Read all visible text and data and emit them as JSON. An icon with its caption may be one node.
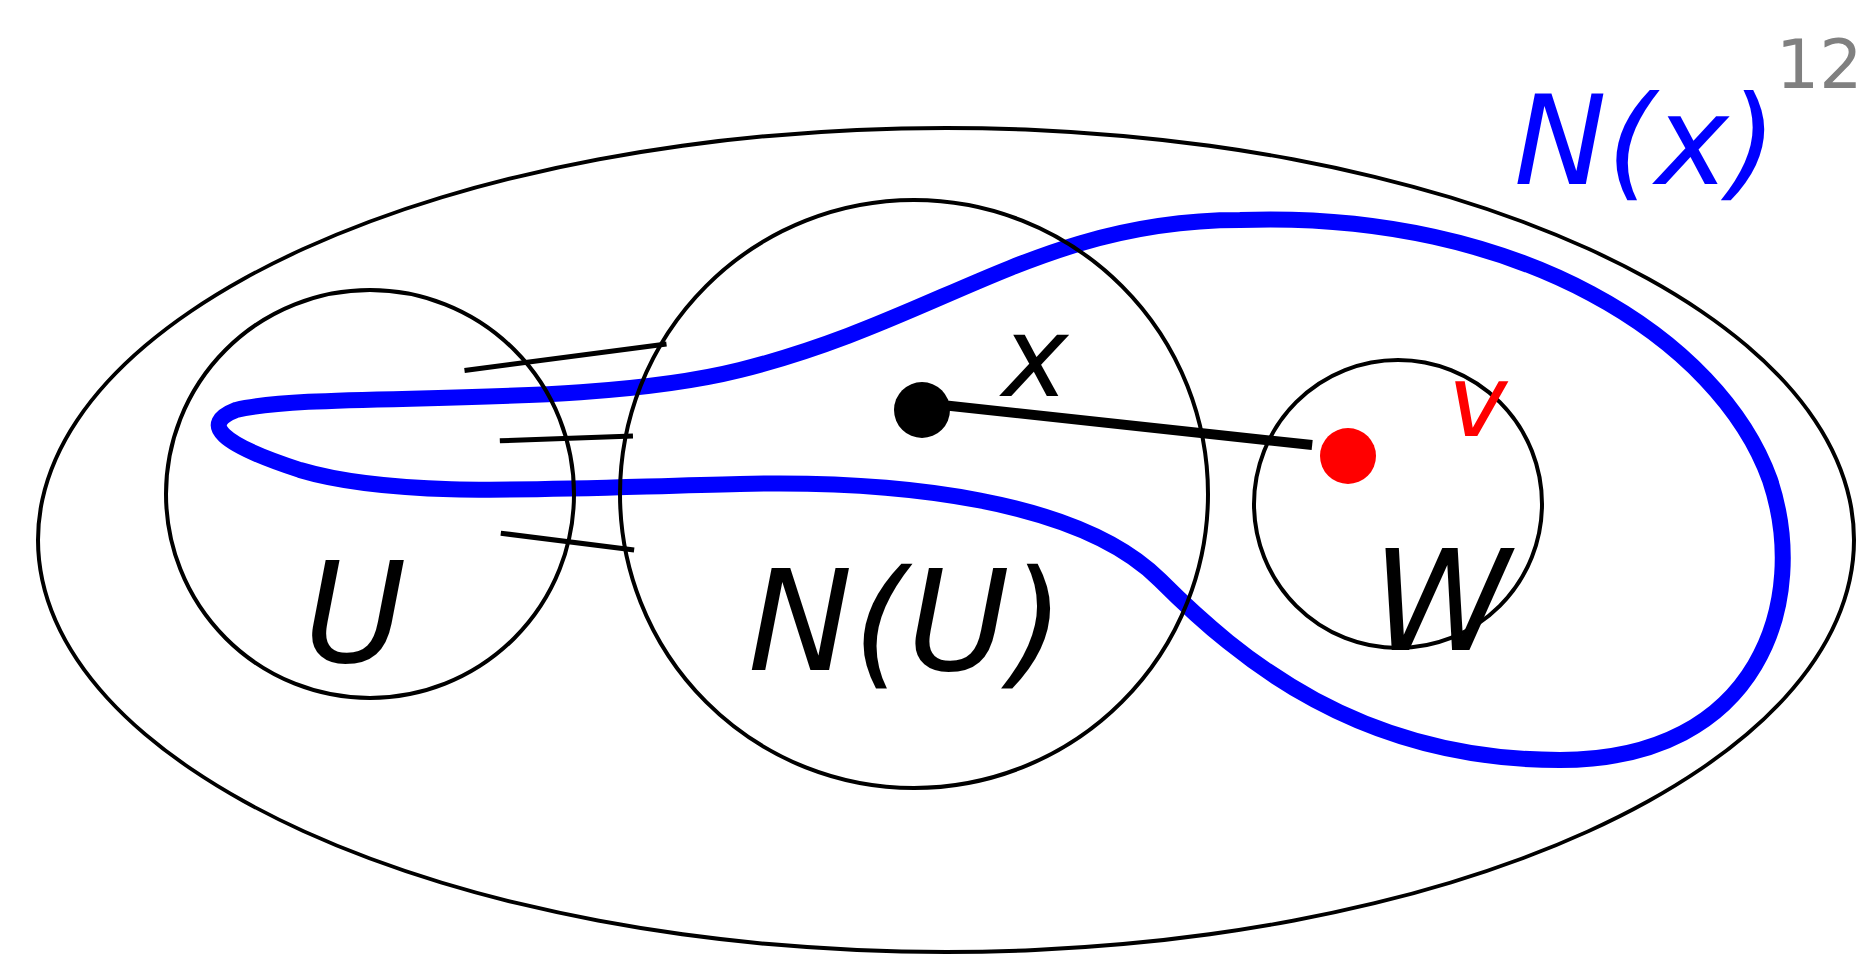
{
  "diagram": {
    "nodes": [
      {
        "text": [],
        "shape": "ellipse"
      },
      {
        "text": [
          "U"
        ],
        "in": 0
      },
      {
        "text": [
          "N(U)"
        ],
        "in": 0
      },
      {
        "text": [
          "W"
        ],
        "in": 0
      },
      {
        "text": [],
        "shape": "circle",
        "beside": [
          "x"
        ],
        "in": 2
      },
      {
        "text": [],
        "shape": "circle",
        "beside": [
          "v"
        ],
        "in": 3
      }
    ],
    "edges": [
      {
        "from": 4,
        "to": 5,
        "arrow": "none",
        "style": "thick"
      },
      {
        "from": 1,
        "to": 2,
        "arrow": "none"
      },
      {
        "from": 1,
        "to": 2,
        "arrow": "none"
      },
      {
        "from": 1,
        "to": 2,
        "arrow": "none"
      }
    ],
    "labels": [
      "N(x)",
      "12"
    ]
  }
}
